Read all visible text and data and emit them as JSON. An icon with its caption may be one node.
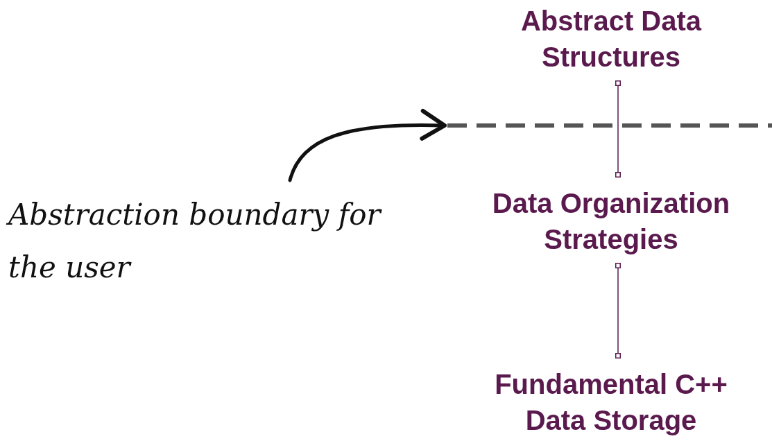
{
  "diagram": {
    "nodes": [
      {
        "text": [
          "Abstract Data Structures"
        ]
      },
      {
        "text": [
          "Data Organization Strategies"
        ]
      },
      {
        "text": [
          "Fundamental C++ Data Storage"
        ]
      },
      {
        "text": [
          "Abstraction boundary for the user"
        ]
      },
      {
        "text": [],
        "shape": "line"
      }
    ],
    "edges": [
      {
        "from": 0,
        "to": 1,
        "arrow": "other",
        "color": "#5b1a4e"
      },
      {
        "from": 1,
        "to": 2,
        "arrow": "other",
        "color": "#5b1a4e"
      },
      {
        "from": 3,
        "to": 4,
        "arrow": "to",
        "style": "thick"
      }
    ]
  }
}
